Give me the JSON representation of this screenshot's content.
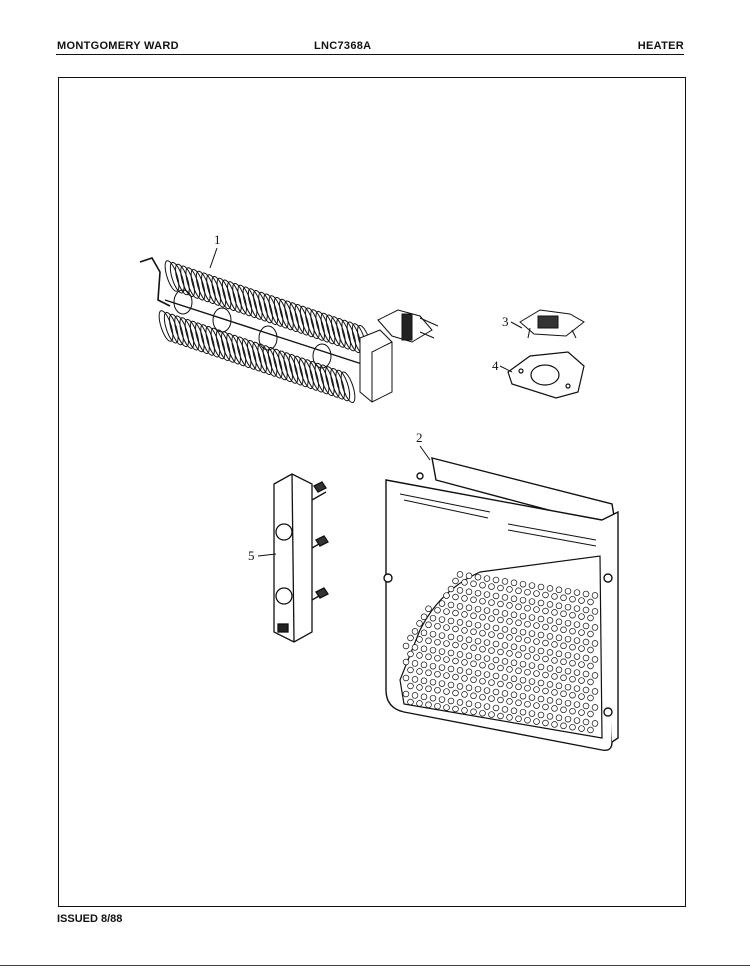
{
  "header": {
    "left": "MONTGOMERY WARD",
    "center": "LNC7368A",
    "right": "HEATER"
  },
  "footer": {
    "issued": "ISSUED 8/88"
  },
  "callouts": [
    "1",
    "2",
    "3",
    "4",
    "5"
  ]
}
